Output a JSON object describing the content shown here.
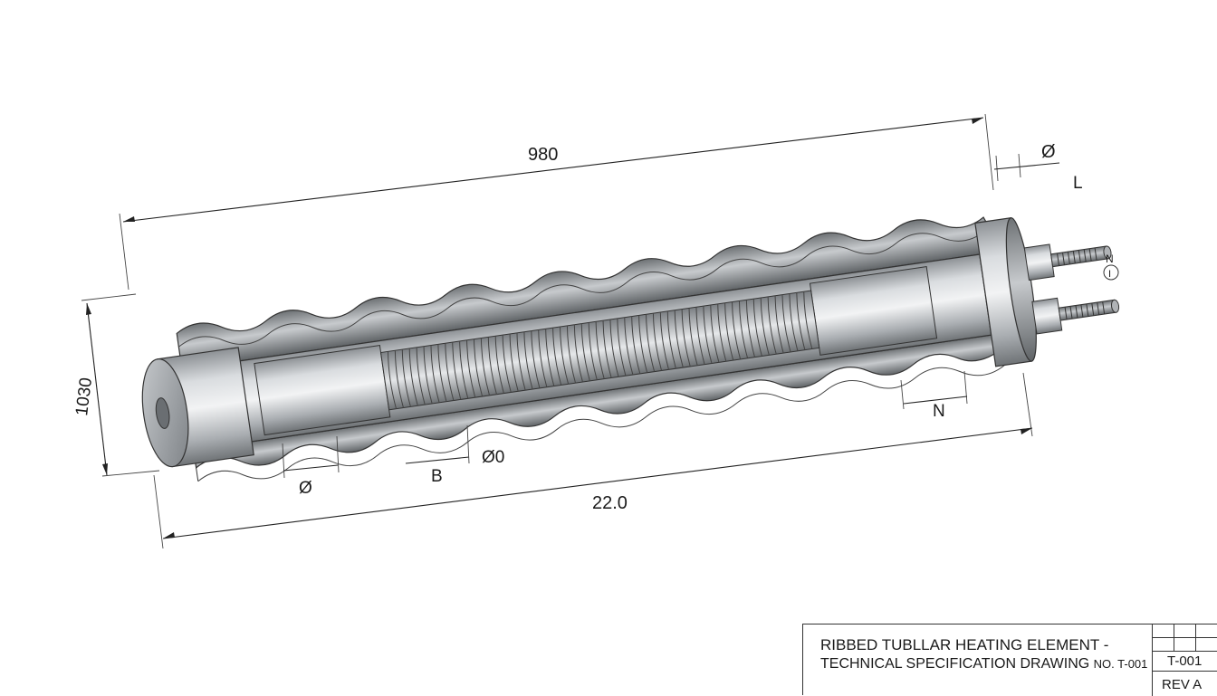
{
  "dimensions": {
    "overall_length": "980",
    "end_diameter": "Ø",
    "terminal_length": "L",
    "terminal_mark_n": "N",
    "terminal_mark_i": "I",
    "diameter_height": "1030",
    "rib_pitch_n": "N",
    "rib_diameter": "Ø",
    "b_label": "B",
    "core_diameter": "Ø0",
    "bottom_length": "22.0"
  },
  "title_block": {
    "line1": "RIBBED TUBLLAR HEATING ELEMENT -",
    "line2": "TECHNICAL SPECIFICATION DRAWING",
    "line2_no": "NO. T-001",
    "code": "T-001",
    "revision": "REV A"
  }
}
